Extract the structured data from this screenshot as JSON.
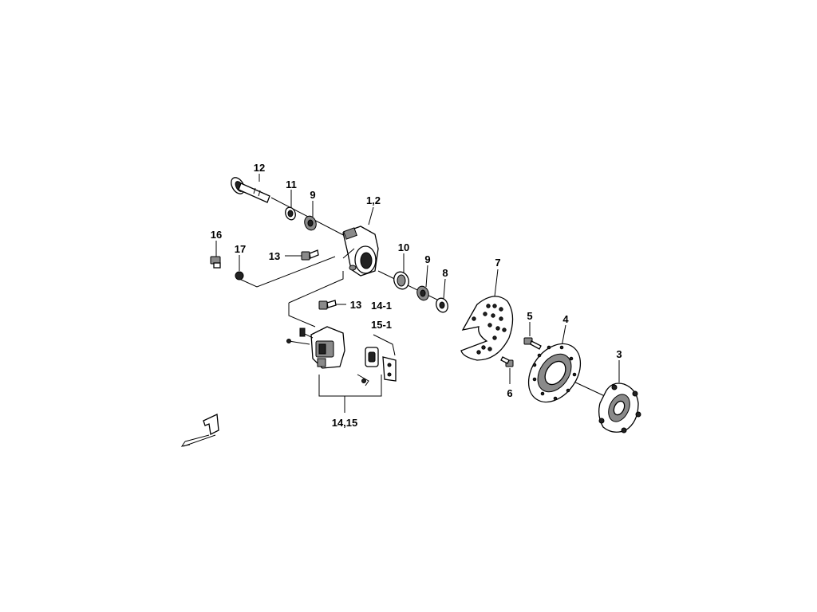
{
  "diagram": {
    "type": "exploded-parts",
    "callouts": [
      {
        "id": "c12",
        "text": "12"
      },
      {
        "id": "c11",
        "text": "11"
      },
      {
        "id": "c9a",
        "text": "9"
      },
      {
        "id": "c12b",
        "text": "1,2"
      },
      {
        "id": "c16",
        "text": "16"
      },
      {
        "id": "c17",
        "text": "17"
      },
      {
        "id": "c13a",
        "text": "13"
      },
      {
        "id": "c10",
        "text": "10"
      },
      {
        "id": "c9b",
        "text": "9"
      },
      {
        "id": "c8",
        "text": "8"
      },
      {
        "id": "c7",
        "text": "7"
      },
      {
        "id": "c13b",
        "text": "13"
      },
      {
        "id": "c141",
        "text": "14-1"
      },
      {
        "id": "c151",
        "text": "15-1"
      },
      {
        "id": "c5",
        "text": "5"
      },
      {
        "id": "c4",
        "text": "4"
      },
      {
        "id": "c3",
        "text": "3"
      },
      {
        "id": "c6",
        "text": "6"
      },
      {
        "id": "c1415",
        "text": "14,15"
      }
    ]
  }
}
